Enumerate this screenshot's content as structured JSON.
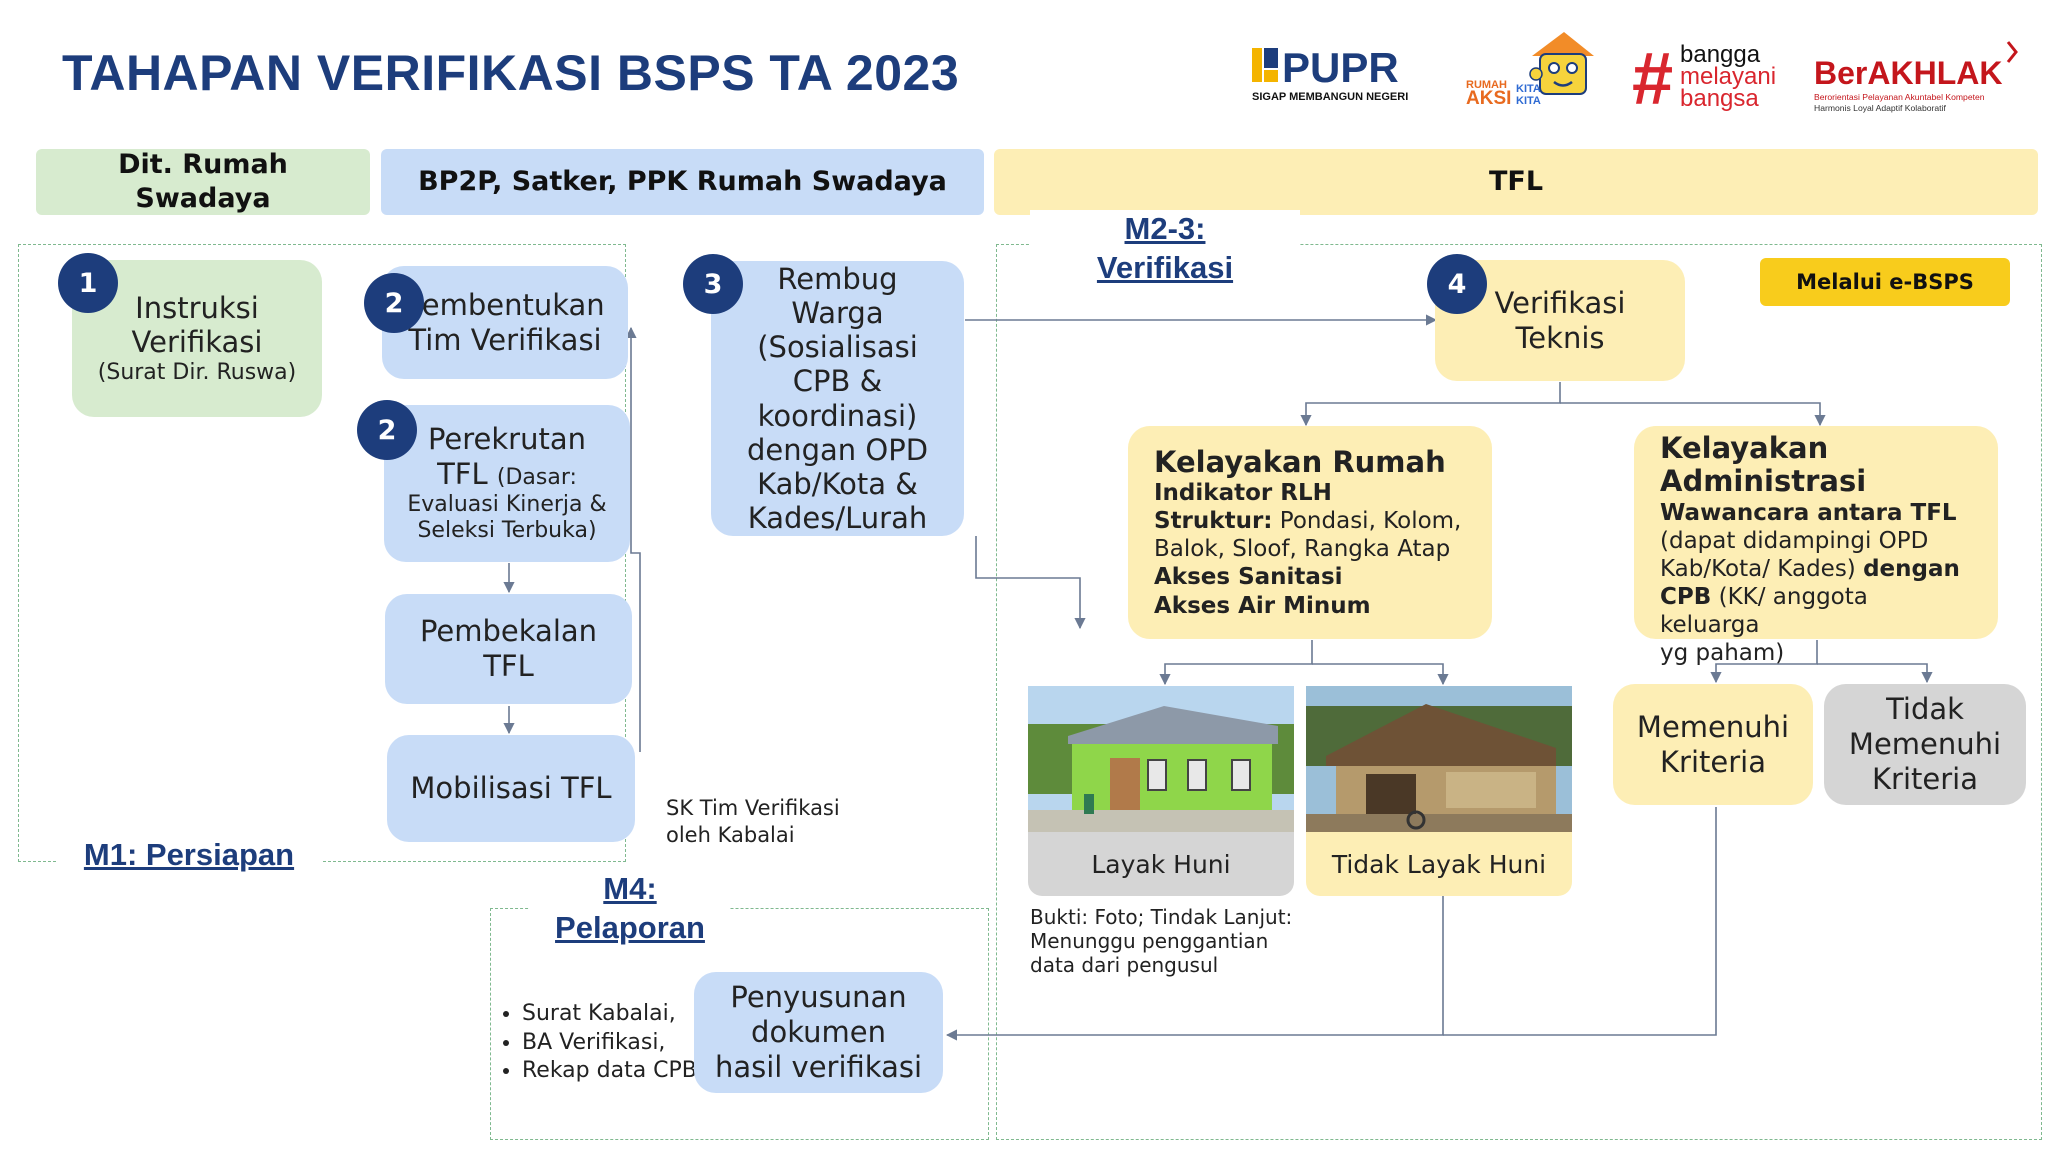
{
  "title": "TAHAPAN VERIFIKASI BSPS TA 2023",
  "logos": {
    "pupr": {
      "name": "PUPR",
      "tagline": "SIGAP MEMBANGUN NEGERI"
    },
    "rumah": {
      "line1": "RUMAH",
      "line2": "AKSI",
      "kita1": "KITA",
      "kita2": "KITA"
    },
    "bangga": {
      "line1": "bangga",
      "line2": "melayani",
      "line3": "bangsa"
    },
    "berakhlak": {
      "name": "BerAKHLAK",
      "line1": "Berorientasi Pelayanan Akuntabel Kompeten",
      "line2": "Harmonis Loyal Adaptif Kolaboratif"
    }
  },
  "headers": {
    "dit": "Dit. Rumah Swadaya",
    "bp2p": "BP2P, Satker, PPK Rumah Swadaya",
    "tfl": "TFL"
  },
  "phases": {
    "m1": "M1: Persiapan",
    "m23_line1": "M2-3:",
    "m23_line2": "Verifikasi",
    "m4_line1": "M4:",
    "m4_line2": "Pelaporan"
  },
  "steps": {
    "instruksi": {
      "badge": "1",
      "line1": "Instruksi",
      "line2": "Verifikasi",
      "sub": "(Surat Dir. Ruswa)"
    },
    "pembentukan": {
      "badge": "2",
      "line1": "Pembentukan",
      "line2": "Tim Verifikasi"
    },
    "perekrutan": {
      "badge": "2",
      "line1": "Perekrutan",
      "line2a": "TFL",
      "line2b": "(Dasar:",
      "line3": "Evaluasi Kinerja &",
      "line4": "Seleksi Terbuka)"
    },
    "pembekalan": {
      "line1": "Pembekalan",
      "line2": "TFL"
    },
    "mobilisasi": {
      "text": "Mobilisasi TFL"
    },
    "rembug": {
      "badge": "3",
      "lines": [
        "Rembug",
        "Warga",
        "(Sosialisasi",
        "CPB &",
        "koordinasi)",
        "dengan OPD",
        "Kab/Kota &",
        "Kades/Lurah"
      ]
    },
    "verifikasi_teknis": {
      "badge": "4",
      "line1": "Verifikasi",
      "line2": "Teknis"
    },
    "penyusunan": {
      "line1": "Penyusunan",
      "line2": "dokumen",
      "line3": "hasil verifikasi"
    }
  },
  "pill": "Melalui e-BSPS",
  "kelayakan_rumah": {
    "title": "Kelayakan Rumah",
    "indikator": "Indikator RLH",
    "struktur_label": "Struktur:",
    "struktur_value": "Pondasi, Kolom,",
    "struktur_value2": "Balok, Sloof, Rangka Atap",
    "sanitasi": "Akses Sanitasi",
    "air": "Akses Air Minum"
  },
  "kelayakan_admin": {
    "title_line1": "Kelayakan",
    "title_line2": "Administrasi",
    "wawancara": "Wawancara antara TFL",
    "line2": "(dapat didampingi OPD",
    "line3a": "Kab/Kota/ Kades)",
    "line3b": "dengan",
    "line4a": "CPB",
    "line4b": "(KK/ anggota keluarga",
    "line5": "yg paham)"
  },
  "outcomes": {
    "layak": "Layak Huni",
    "tidak_layak": "Tidak Layak Huni",
    "memenuhi_line1": "Memenuhi",
    "memenuhi_line2": "Kriteria",
    "tidak_line1": "Tidak",
    "tidak_line2": "Memenuhi",
    "tidak_line3": "Kriteria"
  },
  "notes": {
    "sk_line1": "SK Tim Verifikasi",
    "sk_line2": "oleh Kabalai",
    "bukti_line1": "Bukti: Foto; Tindak Lanjut:",
    "bukti_line2": "Menunggu penggantian",
    "bukti_line3": "data dari pengusul"
  },
  "reports": [
    "Surat Kabalai,",
    "BA Verifikasi,",
    "Rekap data CPB"
  ],
  "colors": {
    "navy": "#1d3d7c",
    "green_box": "#d7ebcf",
    "blue_box": "#c8dcf7",
    "yellow_box": "#fdeeb5",
    "gray_box": "#d5d5d5",
    "pill": "#f8cc1c",
    "frame": "#7fb98f"
  }
}
